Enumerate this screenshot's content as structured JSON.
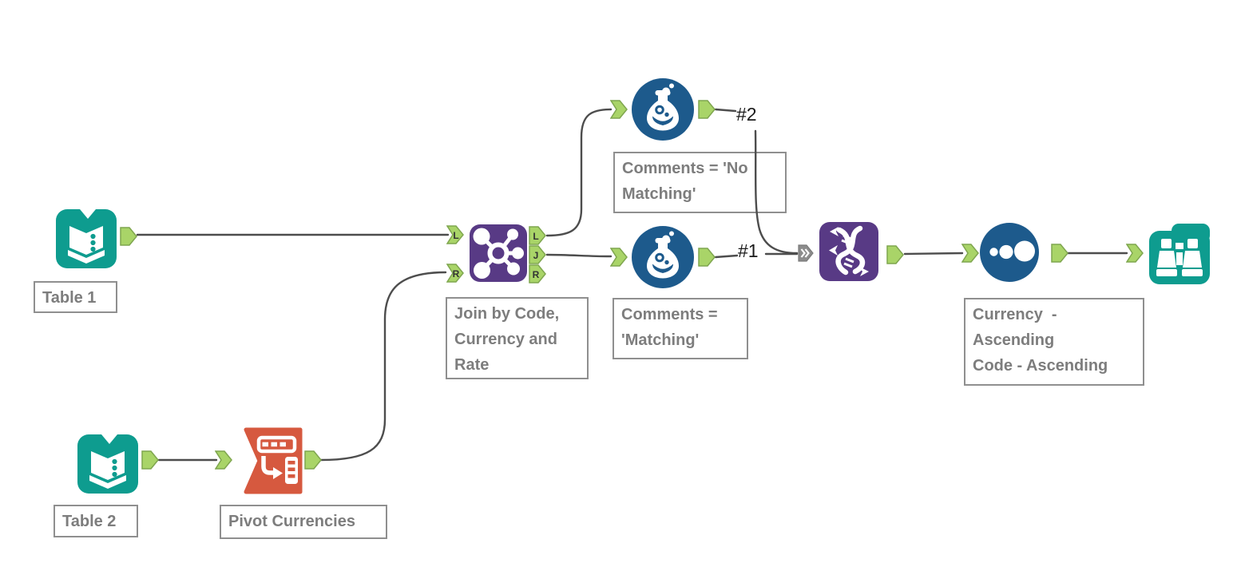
{
  "canvas": {
    "background": "#ffffff"
  },
  "colors": {
    "teal": "#0E9C8F",
    "purple": "#583A85",
    "blue": "#1D5A8C",
    "orange": "#D6593F",
    "anchor_green": "#A9D468",
    "anchor_green_border": "#7FA64F",
    "anchor_gray": "#8C8C8C",
    "wire": "#4D4D4D",
    "annotation_text": "#7D7D7D",
    "annotation_border": "#8F8F8F"
  },
  "tools": {
    "table1": {
      "icon": "book-icon",
      "annotation": "Table 1"
    },
    "table2": {
      "icon": "book-icon",
      "annotation": "Table 2"
    },
    "pivot": {
      "icon": "transpose-icon",
      "annotation": "Pivot Currencies"
    },
    "join": {
      "icon": "join-icon",
      "annotation": "Join by Code,\nCurrency and\nRate",
      "anchors": {
        "in_left": "L",
        "in_right": "R",
        "out_left": "L",
        "out_middle": "J",
        "out_right": "R"
      }
    },
    "formula_no_match": {
      "icon": "beaker-icon",
      "annotation": "Comments = 'No\nMatching'"
    },
    "formula_match": {
      "icon": "beaker-icon",
      "annotation": "Comments =\n'Matching'"
    },
    "union": {
      "icon": "dna-icon"
    },
    "sort": {
      "icon": "sort-circles-icon",
      "annotation": "Currency  -\nAscending\nCode - Ascending"
    },
    "browse": {
      "icon": "binoculars-icon"
    }
  },
  "connections": {
    "no_match_tag": "#2",
    "match_tag": "#1"
  }
}
